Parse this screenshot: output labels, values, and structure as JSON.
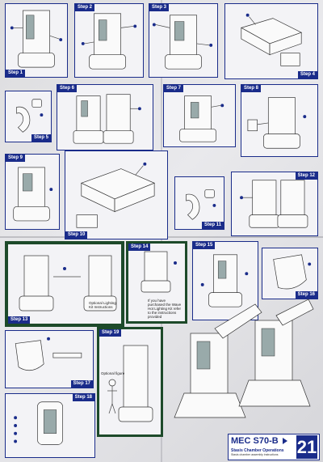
{
  "steps": {
    "s1": "Step 1",
    "s2": "Step 2",
    "s3": "Step 3",
    "s4": "Step 4",
    "s5": "Step 5",
    "s6": "Step 6",
    "s7": "Step 7",
    "s8": "Step 8",
    "s9": "Step 9",
    "s10": "Step 10",
    "s11": "Step 11",
    "s12": "Step 12",
    "s13": "Step 13",
    "s14": "Step 14",
    "s15": "Step 15",
    "s16": "Step 16",
    "s17": "Step 17",
    "s18": "Step 18",
    "s19": "Step 19"
  },
  "notes": {
    "optional_lighting": "Optional Lighting Kit Instructions",
    "lighting_kit_text": "If you have purchased the Wave Hot Lighting Kit refer to the instructions provided",
    "optional_figure": "Optional figure"
  },
  "title": {
    "model": "MEC S70-B",
    "subtitle": "Stasis Chamber Operations",
    "description": "Stasis chamber assembly instructions",
    "page": "21"
  },
  "colors": {
    "accent": "#1a2c8a",
    "green_panel": "#1d4a2a"
  }
}
